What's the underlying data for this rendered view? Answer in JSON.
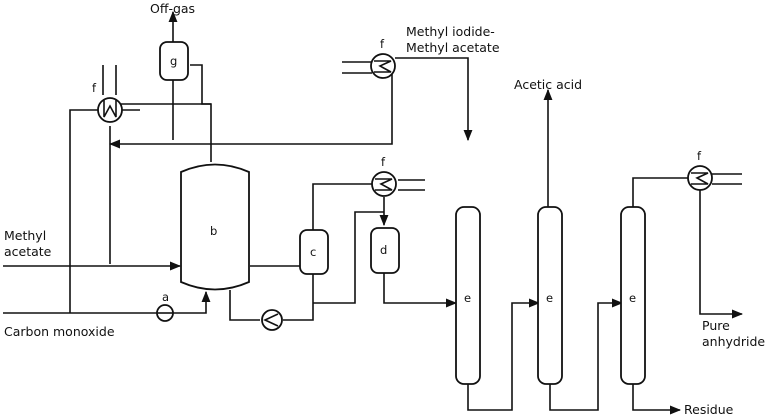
{
  "labels": {
    "off_gas": "Off-gas",
    "methyl_iodide_line1": "Methyl iodide-",
    "methyl_iodide_line2": "Methyl acetate",
    "acetic_acid": "Acetic acid",
    "methyl_acetate_line1": "Methyl",
    "methyl_acetate_line2": "acetate",
    "carbon_monoxide": "Carbon monoxide",
    "pure_anhydride_line1": "Pure",
    "pure_anhydride_line2": "anhydride",
    "residue": "Residue"
  },
  "equipment": {
    "scrubber": "g",
    "reactor": "b",
    "separator": "c",
    "receiver": "d",
    "column": "e",
    "heat_exchanger": "f",
    "compressor": "a"
  }
}
